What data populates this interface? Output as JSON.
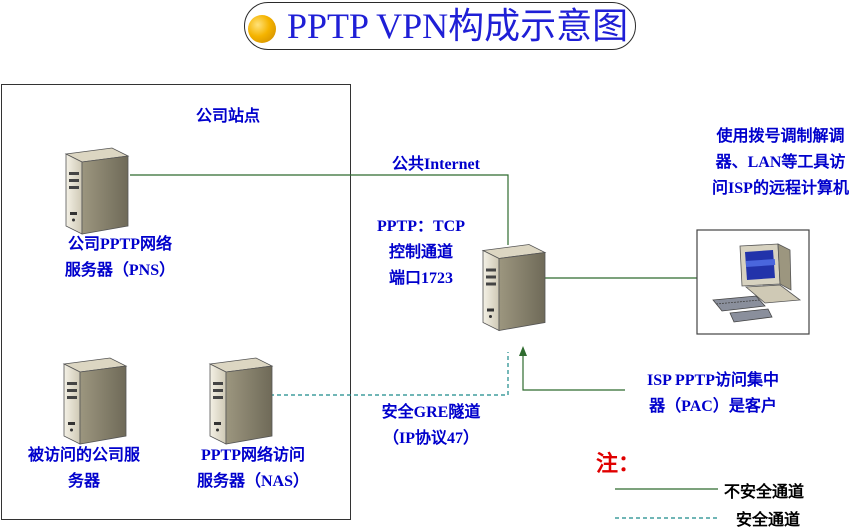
{
  "title": "PPTP VPN构成示意图",
  "site_label": "公司站点",
  "pns_label": [
    "公司PPTP网络",
    "服务器（PNS）"
  ],
  "accessed_server_label": [
    "被访问的公司服",
    "务器"
  ],
  "nas_label": [
    "PPTP网络访问",
    "服务器（NAS）"
  ],
  "internet_label": "公共Internet",
  "pptp_tcp_label": [
    "PPTP：TCP",
    "控制通道",
    "端口1723"
  ],
  "gre_label": [
    "安全GRE隧道",
    "（IP协议47）"
  ],
  "remote_label": [
    "使用拨号调制解调",
    "器、LAN等工具访",
    "问ISP的远程计算机"
  ],
  "pac_label": [
    "ISP PPTP访问集中",
    "器（PAC）是客户"
  ],
  "note_label": "注：",
  "legend": {
    "insecure": "不安全通道",
    "secure": "安全通道"
  },
  "colors": {
    "title_text": "#1f1fd6",
    "label_text": "#0000cc",
    "insecure_line": "#2e6b2e",
    "secure_line": "#1a8a8a",
    "note": "#e00000"
  }
}
